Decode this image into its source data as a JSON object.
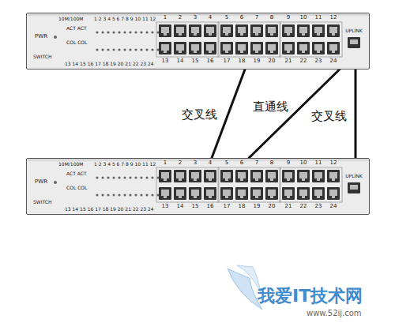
{
  "diagram": {
    "nodes": [
      {
        "text": [
          "10M/100M",
          "ACT ACT",
          "COL COL",
          "PWR",
          "SWITCH",
          "1 2 3 4 5 6 7 8 9 10 11 12",
          "13 14 15 16 17 18 19 20 21 22 23 24"
        ]
      },
      {
        "text": [
          "UPLINK"
        ],
        "in": 0
      },
      {
        "text": [
          "10M/100M",
          "ACT ACT",
          "COL COL",
          "PWR",
          "SWITCH",
          "1 2 3 4 5 6 7 8 9 10 11 12",
          "13 14 15 16 17 18 19 20 21 22 23 24"
        ]
      },
      {
        "text": [
          "UPLINK"
        ],
        "in": 2
      }
    ],
    "edges": [
      {
        "from": 0,
        "to": 2,
        "arrow": "none",
        "label": "交叉线"
      },
      {
        "from": 1,
        "to": 2,
        "arrow": "none",
        "label": "直通线"
      },
      {
        "from": 1,
        "to": 3,
        "arrow": "none",
        "label": "交叉线"
      }
    ],
    "labels": [
      "1",
      "2",
      "3",
      "4",
      "5",
      "6",
      "7",
      "8",
      "9",
      "10",
      "11",
      "12",
      "13",
      "14",
      "15",
      "16",
      "17",
      "18",
      "19",
      "20",
      "21",
      "22",
      "23",
      "24",
      "1",
      "2",
      "3",
      "4",
      "5",
      "6",
      "7",
      "8",
      "9",
      "10",
      "11",
      "12",
      "13",
      "14",
      "15",
      "16",
      "17",
      "18",
      "19",
      "20",
      "21",
      "22",
      "23",
      "24",
      "我爱IT技术网",
      "www.52ij.com"
    ]
  }
}
